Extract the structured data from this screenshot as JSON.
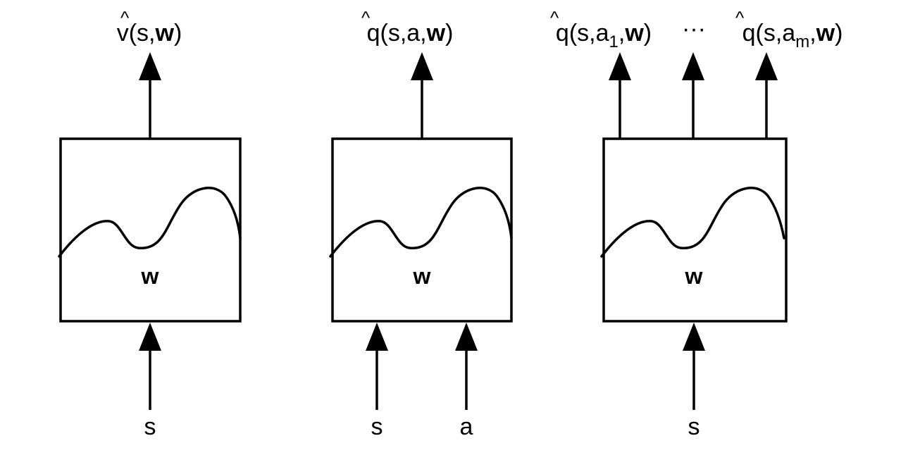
{
  "panels": [
    {
      "output": {
        "hat": "v",
        "args": "(s,",
        "weight": "w",
        "close": ")"
      },
      "param_label": "w",
      "inputs": [
        "s"
      ]
    },
    {
      "output": {
        "hat": "q",
        "args": "(s,a,",
        "weight": "w",
        "close": ")"
      },
      "param_label": "w",
      "inputs": [
        "s",
        "a"
      ]
    },
    {
      "outputs": [
        {
          "hat": "q",
          "args": "(s,a",
          "sub": "1",
          "comma": ",",
          "weight": "w",
          "close": ")"
        },
        {
          "ellipsis": "···"
        },
        {
          "hat": "q",
          "args": "(s,a",
          "sub": "m",
          "comma": ",",
          "weight": "w",
          "close": ")"
        }
      ],
      "param_label": "w",
      "inputs": [
        "s"
      ]
    }
  ],
  "hat_glyph": "^"
}
